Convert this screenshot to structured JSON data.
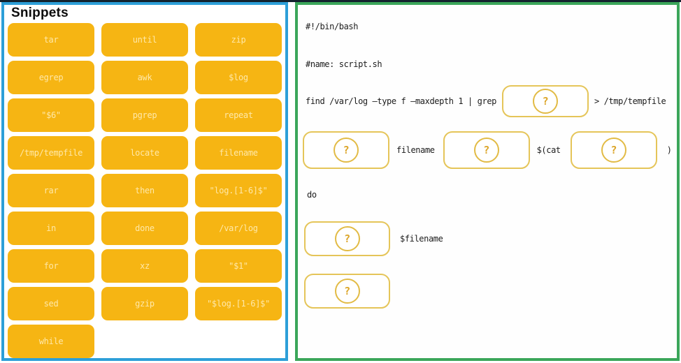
{
  "colors": {
    "left_panel_border": "#2d9fd8",
    "right_panel_border": "#3ba65a",
    "snippet_background": "#f6b513",
    "snippet_text": "#ffe8a8",
    "dropzone_border": "#e5c559",
    "question_mark": "#dca62a",
    "top_edge_line": "#13222e"
  },
  "snippets": {
    "title": "Snippets",
    "items": [
      "tar",
      "until",
      "zip",
      "egrep",
      "awk",
      "$log",
      "\"$6\"",
      "pgrep",
      "repeat",
      "/tmp/tempfile",
      "locate",
      "filename",
      "rar",
      "then",
      "\"log.[1-6]$\"",
      "in",
      "done",
      "/var/log",
      "for",
      "xz",
      "\"$1\"",
      "sed",
      "gzip",
      "\"$log.[1-6]$\"",
      "while"
    ]
  },
  "script": {
    "shebang": "#!/bin/bash",
    "name_comment": "#name: script.sh",
    "find_prefix": "find /var/log –type f –maxdepth 1 | grep",
    "find_suffix": "> /tmp/tempfile",
    "loop_var": "filename",
    "cat_open": "$(cat",
    "paren_close": ")",
    "do_keyword": "do",
    "body_var": "$filename"
  },
  "dropzone": {
    "glyph": "?"
  }
}
